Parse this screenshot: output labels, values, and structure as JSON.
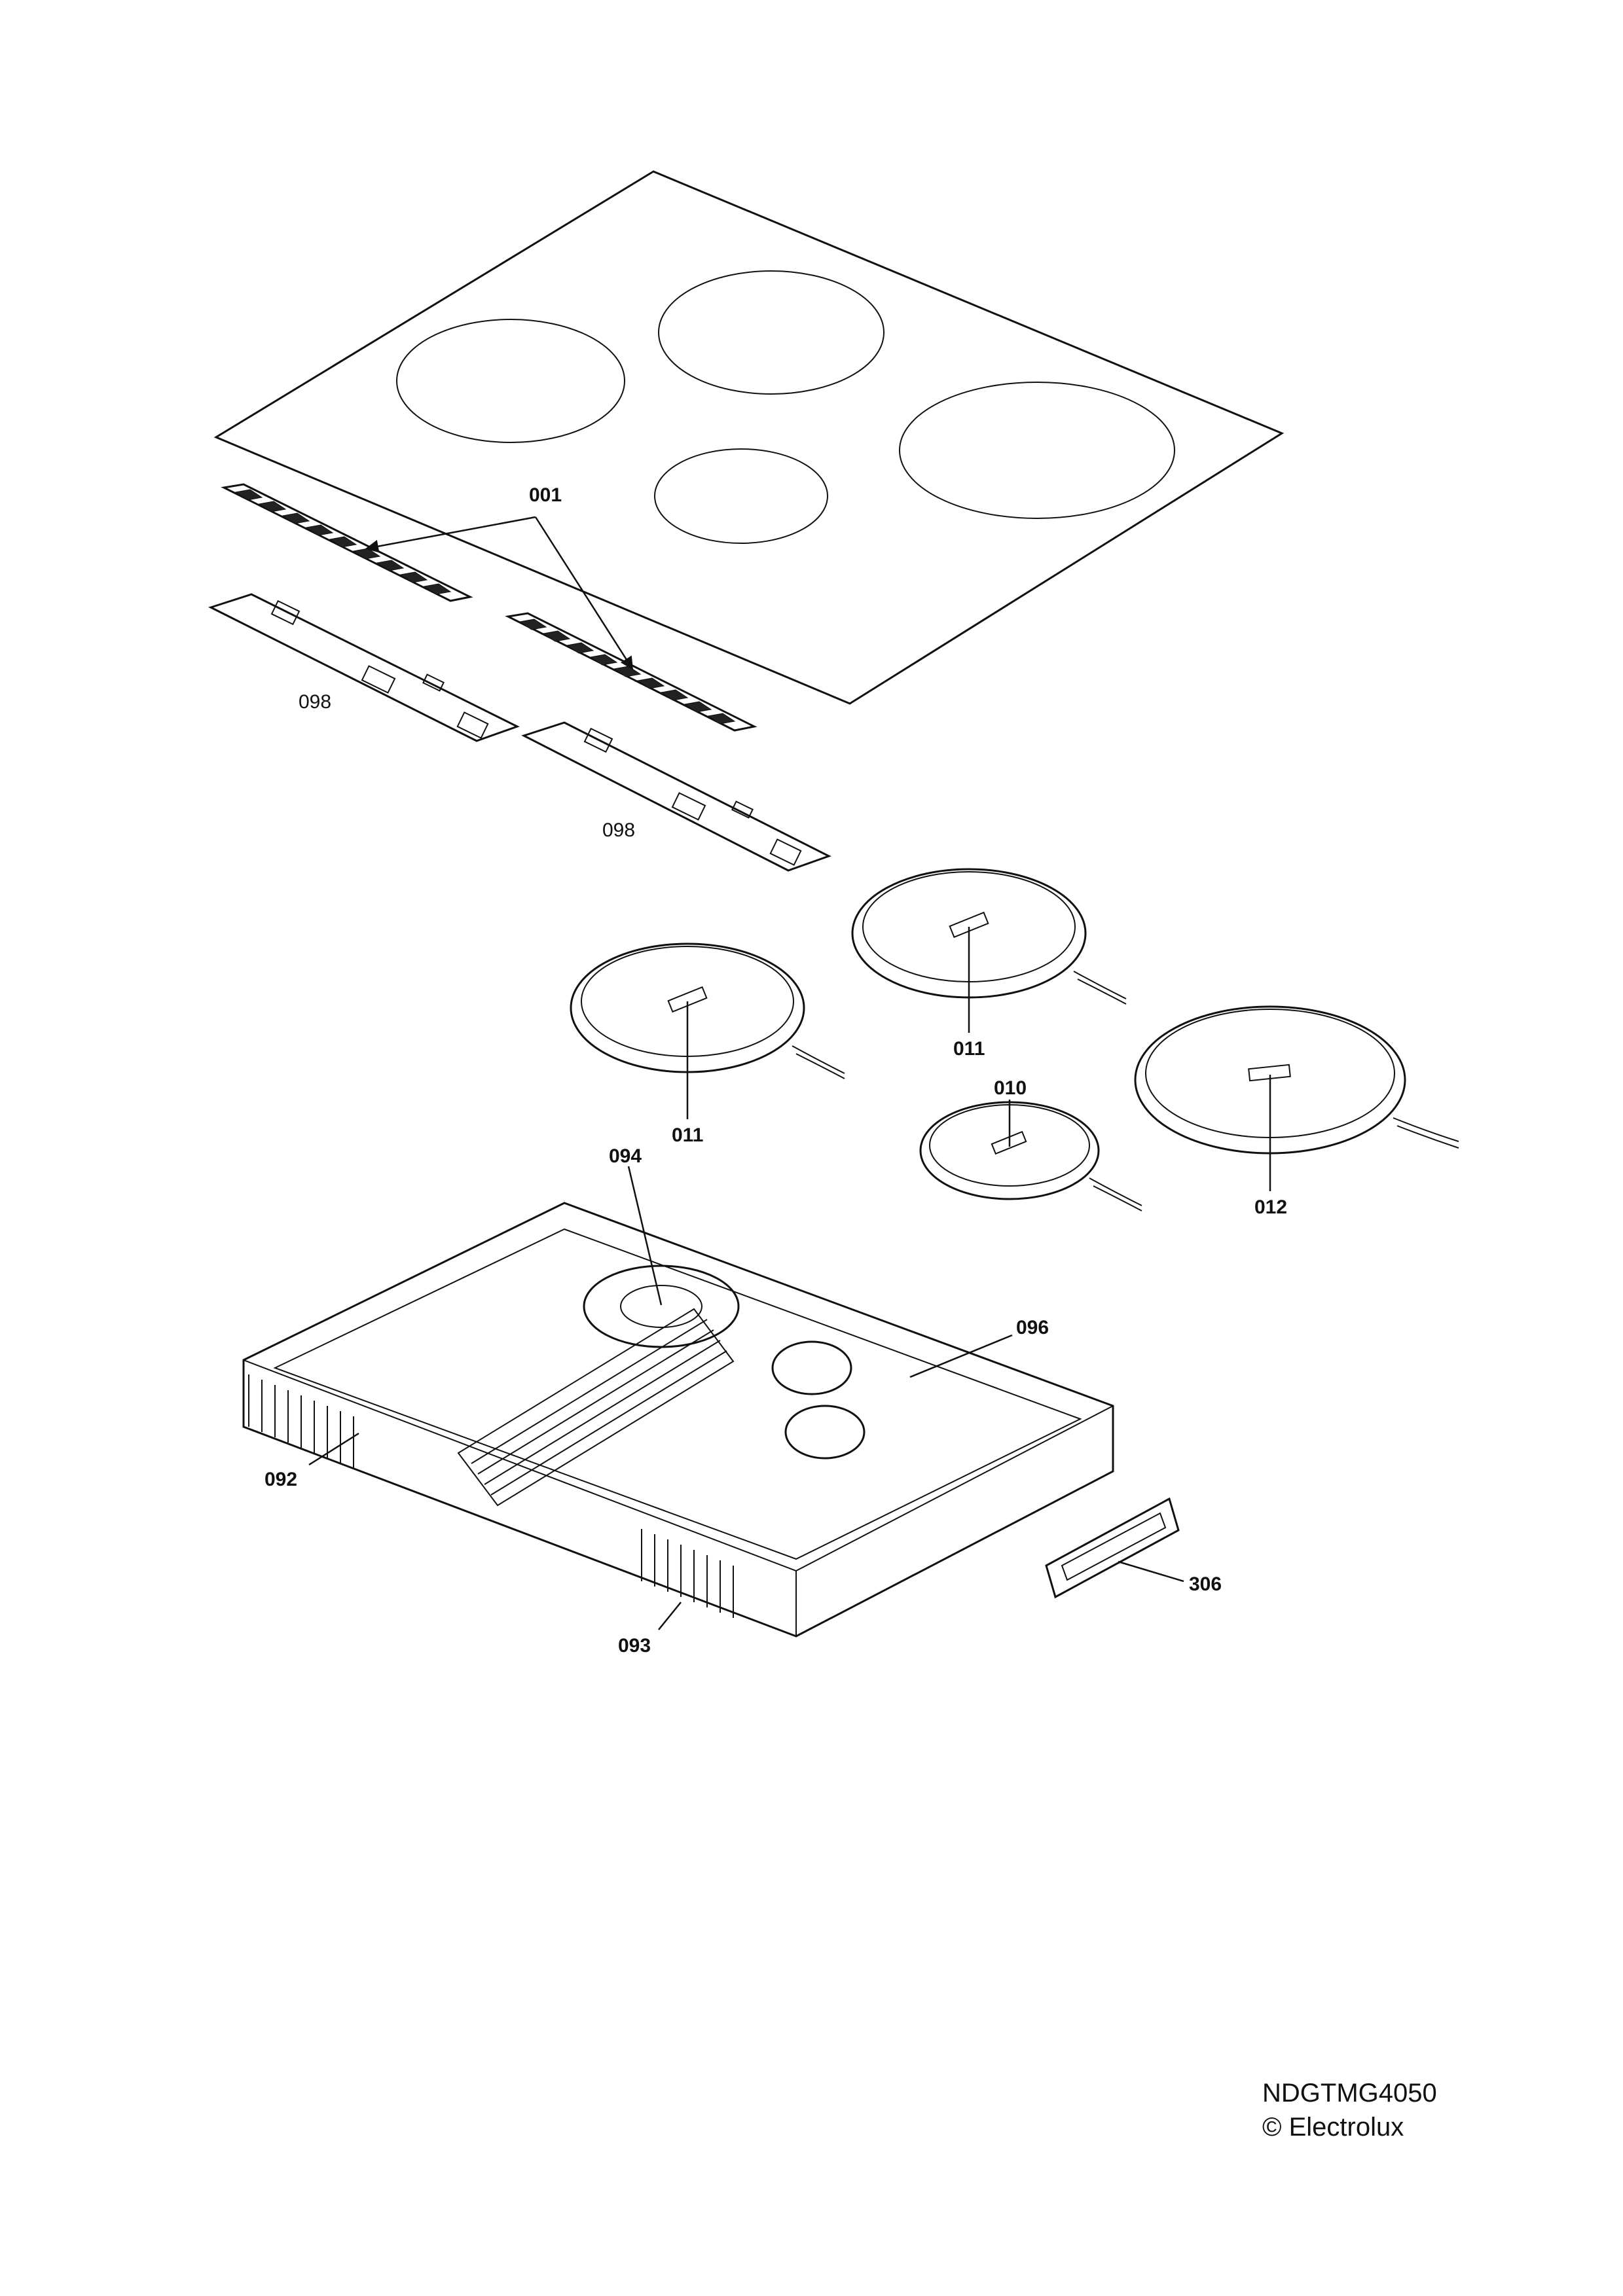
{
  "labels": {
    "p001": "001",
    "p098a": "098",
    "p098b": "098",
    "p011a": "011",
    "p011b": "011",
    "p010": "010",
    "p012": "012",
    "p094": "094",
    "p096": "096",
    "p092": "092",
    "p093": "093",
    "p306": "306"
  },
  "footer": {
    "code": "NDGTMG4050",
    "copyright": "© Electrolux"
  }
}
